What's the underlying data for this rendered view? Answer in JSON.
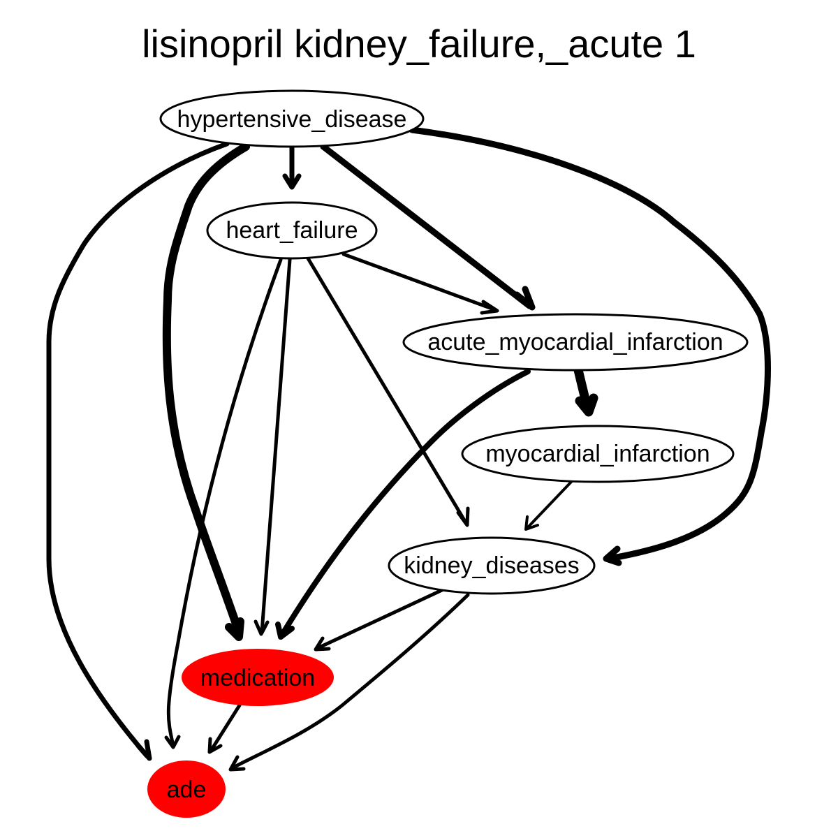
{
  "title": "lisinopril kidney_failure,_acute 1",
  "colors": {
    "highlight": "#ff0000",
    "node_fill": "#ffffff",
    "edge": "#000000"
  },
  "nodes": {
    "hypertensive_disease": {
      "label": "hypertensive_disease",
      "highlight": false
    },
    "heart_failure": {
      "label": "heart_failure",
      "highlight": false
    },
    "acute_myocardial_infarction": {
      "label": "acute_myocardial_infarction",
      "highlight": false
    },
    "myocardial_infarction": {
      "label": "myocardial_infarction",
      "highlight": false
    },
    "kidney_diseases": {
      "label": "kidney_diseases",
      "highlight": false
    },
    "medication": {
      "label": "medication",
      "highlight": true
    },
    "ade": {
      "label": "ade",
      "highlight": true
    }
  },
  "edges": [
    {
      "from": "hypertensive_disease",
      "to": "heart_failure",
      "weight": "heavy"
    },
    {
      "from": "hypertensive_disease",
      "to": "acute_myocardial_infarction",
      "weight": "heavy"
    },
    {
      "from": "hypertensive_disease",
      "to": "kidney_diseases",
      "weight": "heavy"
    },
    {
      "from": "hypertensive_disease",
      "to": "medication",
      "weight": "heaviest"
    },
    {
      "from": "hypertensive_disease",
      "to": "ade",
      "weight": "medium"
    },
    {
      "from": "heart_failure",
      "to": "acute_myocardial_infarction",
      "weight": "light"
    },
    {
      "from": "heart_failure",
      "to": "kidney_diseases",
      "weight": "light"
    },
    {
      "from": "heart_failure",
      "to": "medication",
      "weight": "light"
    },
    {
      "from": "heart_failure",
      "to": "ade",
      "weight": "light"
    },
    {
      "from": "acute_myocardial_infarction",
      "to": "myocardial_infarction",
      "weight": "heaviest"
    },
    {
      "from": "acute_myocardial_infarction",
      "to": "medication",
      "weight": "medium"
    },
    {
      "from": "myocardial_infarction",
      "to": "kidney_diseases",
      "weight": "light"
    },
    {
      "from": "kidney_diseases",
      "to": "medication",
      "weight": "light"
    },
    {
      "from": "kidney_diseases",
      "to": "ade",
      "weight": "light"
    },
    {
      "from": "medication",
      "to": "ade",
      "weight": "light"
    }
  ]
}
